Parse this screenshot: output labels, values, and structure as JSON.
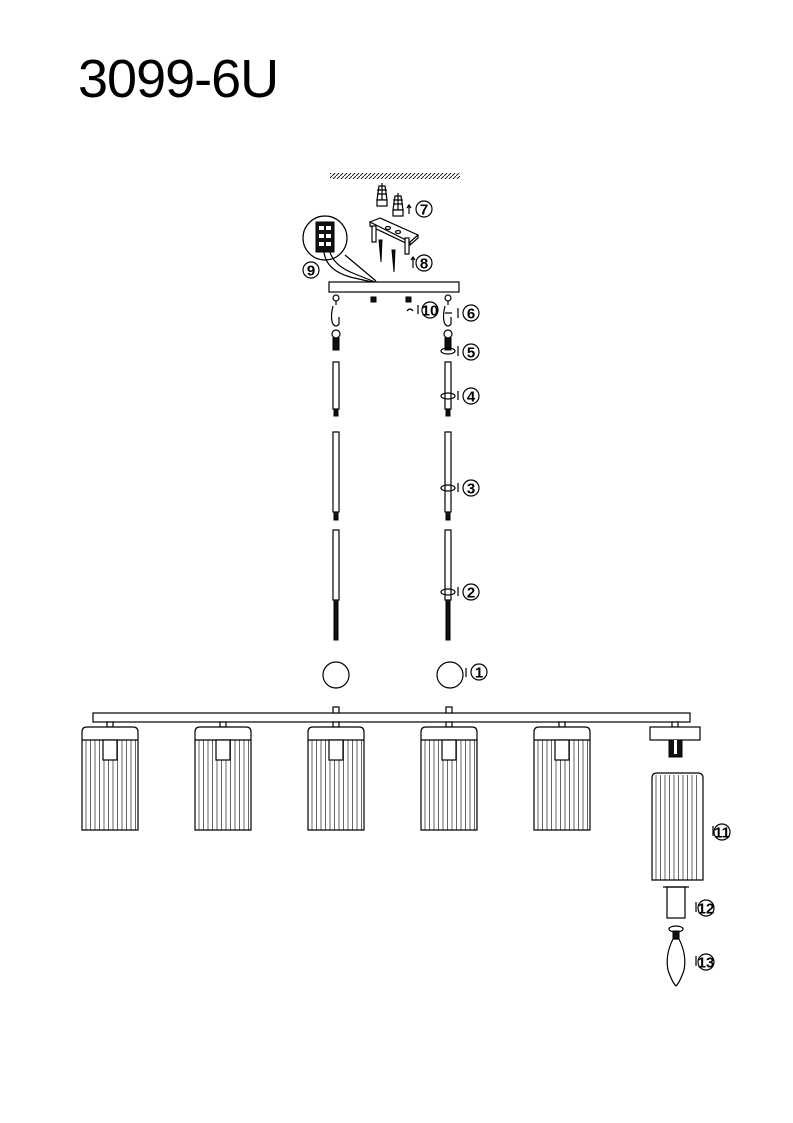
{
  "title": "3099-6U",
  "steps": {
    "s1": "1",
    "s2": "2",
    "s3": "3",
    "s4": "4",
    "s5": "5",
    "s6": "6",
    "s7": "7",
    "s8": "8",
    "s9": "9",
    "s10": "10",
    "s11": "11",
    "s12": "12",
    "s13": "13"
  },
  "shade_count": 6
}
